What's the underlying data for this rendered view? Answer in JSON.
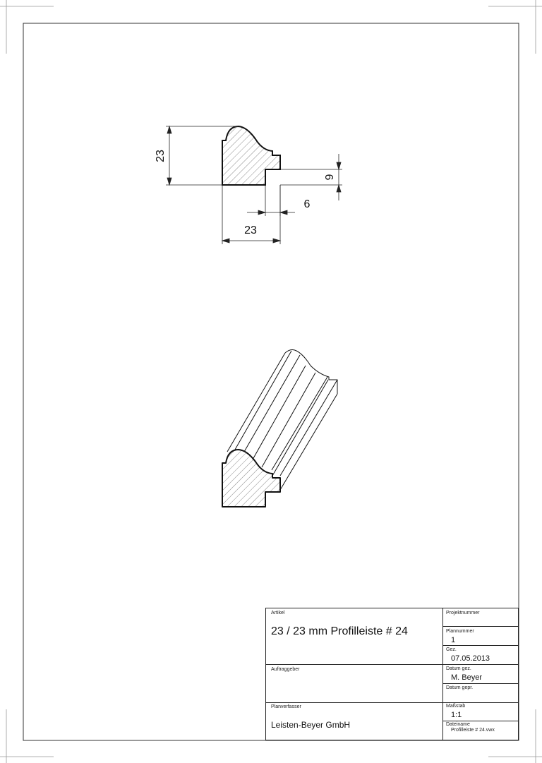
{
  "drawing": {
    "dimensions": {
      "height_label": "23",
      "width_label": "23",
      "rebate_width_label": "6",
      "rebate_height_label": "6"
    }
  },
  "title_block": {
    "artikel_label": "Artikel",
    "artikel_value": "23 / 23 mm Profilleiste # 24",
    "auftraggeber_label": "Auftraggeber",
    "auftraggeber_value": "",
    "planverfasser_label": "Planverfasser",
    "planverfasser_value": "Leisten-Beyer GmbH",
    "projektnummer_label": "Projektnummer",
    "projektnummer_value": "",
    "plannummer_label": "Plannummer",
    "plannummer_value": "1",
    "gez_label": "Gez.",
    "gez_value": "07.05.2013",
    "datum_gez_label": "Datum gez.",
    "datum_gez_value": "M. Beyer",
    "datum_gepr_label": "Datum gepr.",
    "datum_gepr_value": "",
    "massstab_label": "Maßstab",
    "massstab_value": "1:1",
    "dateiname_label": "Dateiname",
    "dateiname_value": "Profilleiste # 24.vwx"
  }
}
